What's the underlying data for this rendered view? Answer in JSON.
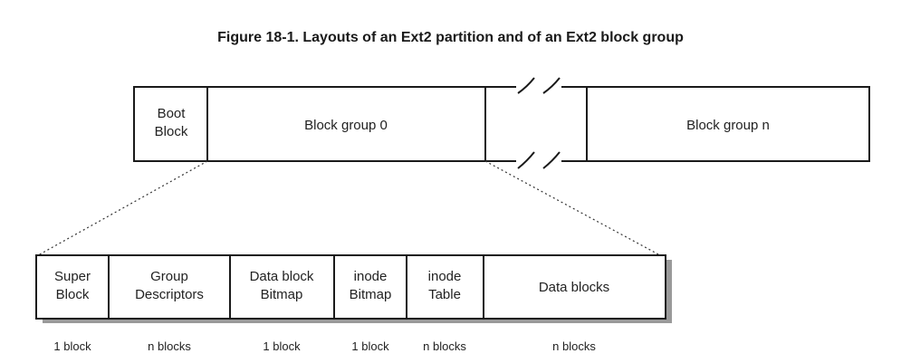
{
  "figure": {
    "title": "Figure 18-1. Layouts of an Ext2 partition and of an Ext2 block group"
  },
  "partition": {
    "boot_block": [
      "Boot",
      "Block"
    ],
    "group_0": "Block group 0",
    "group_n": "Block group n"
  },
  "block_group": {
    "fields": [
      {
        "label": [
          "Super",
          "Block"
        ],
        "size": "1 block"
      },
      {
        "label": [
          "Group",
          "Descriptors"
        ],
        "size": "n blocks"
      },
      {
        "label": [
          "Data block",
          "Bitmap"
        ],
        "size": "1 block"
      },
      {
        "label": [
          "inode",
          "Bitmap"
        ],
        "size": "1 block"
      },
      {
        "label": [
          "inode",
          "Table"
        ],
        "size": "n blocks"
      },
      {
        "label": [
          "Data blocks"
        ],
        "size": "n blocks"
      }
    ]
  },
  "colors": {
    "stroke": "#1a1a1a",
    "shadow": "#9a9a9a"
  }
}
